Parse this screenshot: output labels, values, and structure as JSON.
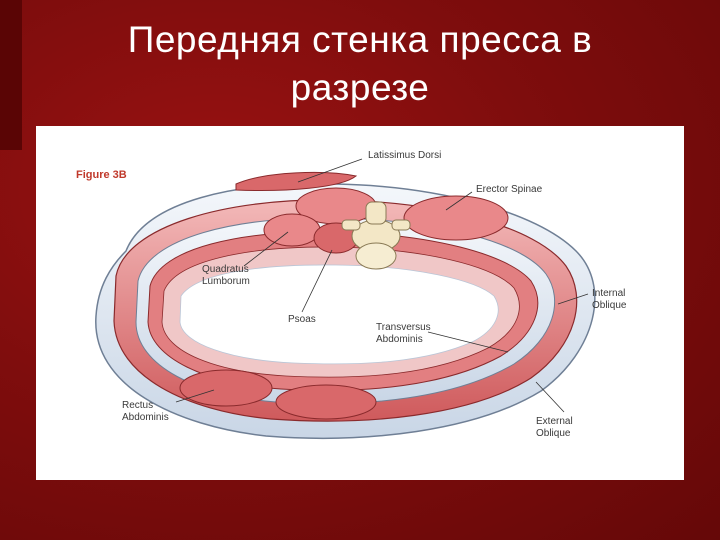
{
  "slide": {
    "title_line1": "Передняя стенка пресса в",
    "title_line2": "разрезе"
  },
  "figure": {
    "figure_label": "Figure 3B",
    "labels": {
      "latissimus_dorsi": "Latissimus Dorsi",
      "erector_spinae": "Erector Spinae",
      "quadratus_line1": "Quadratus",
      "quadratus_line2": "Lumborum",
      "psoas": "Psoas",
      "internal_oblique_line1": "Internal",
      "internal_oblique_line2": "Oblique",
      "transversus_line1": "Transversus",
      "transversus_line2": "Abdominis",
      "rectus_line1": "Rectus",
      "rectus_line2": "Abdominis",
      "external_oblique_line1": "External",
      "external_oblique_line2": "Oblique"
    }
  },
  "colors": {
    "background": "#7a0c0c",
    "muscle": "#d9686a",
    "muscle_light": "#f2b3b3",
    "fascia": "#dfe7f2",
    "bone": "#f3e7c6"
  }
}
